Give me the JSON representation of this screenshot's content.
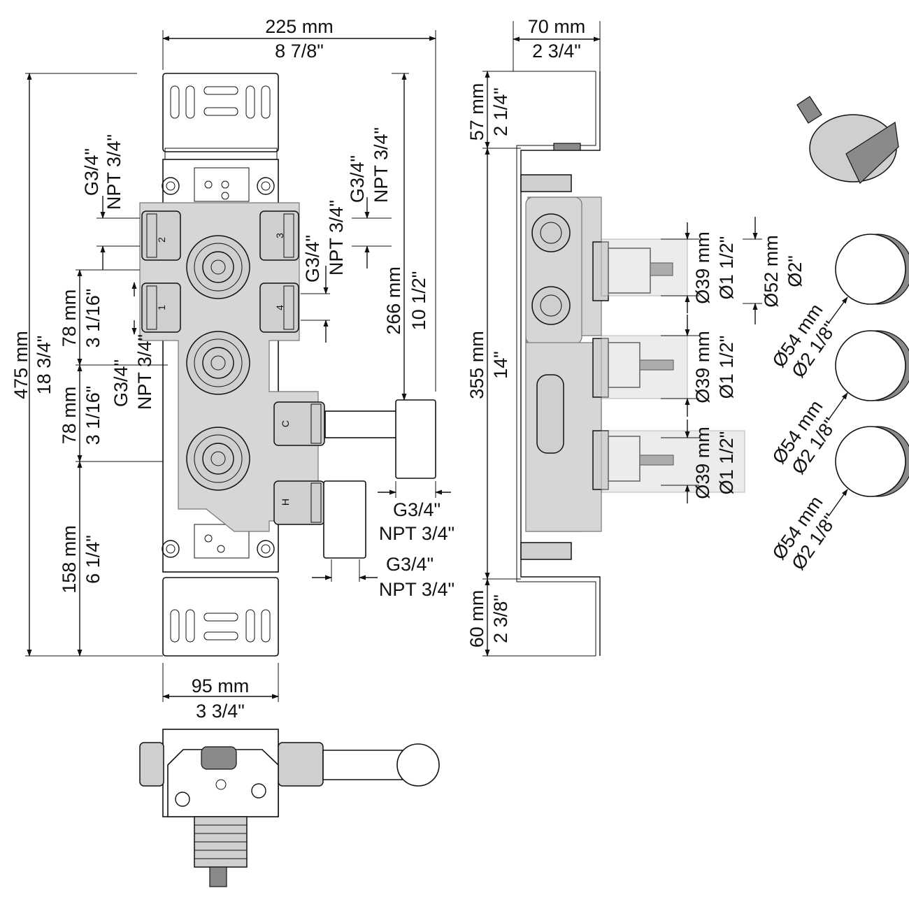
{
  "front_view": {
    "width_mm": "225 mm",
    "width_in": "8 7/8\"",
    "height_mm": "475 mm",
    "height_in": "18 3/4\"",
    "spacing_1_mm": "78 mm",
    "spacing_1_in": "3 1/16\"",
    "spacing_2_mm": "78 mm",
    "spacing_2_in": "3 1/16\"",
    "bottom_mm": "158 mm",
    "bottom_in": "6 1/4\"",
    "outlet_height_mm": "266 mm",
    "outlet_height_in": "10 1/2\"",
    "thread_g": "G3/4\"",
    "thread_npt": "NPT 3/4\"",
    "port_labels": [
      "1",
      "2",
      "3",
      "4"
    ],
    "inlet_cold": "C",
    "inlet_hot": "H"
  },
  "side_view": {
    "depth_mm": "70 mm",
    "depth_in": "2 3/4\"",
    "top_mm": "57 mm",
    "top_in": "2 1/4\"",
    "middle_mm": "355 mm",
    "middle_in": "14\"",
    "bottom_mm": "60 mm",
    "bottom_in": "2 3/8\"",
    "cartridge_mm": "Ø39 mm",
    "cartridge_in": "Ø1 1/2\"",
    "diverter_mm": "Ø52 mm",
    "diverter_in": "Ø2\""
  },
  "bottom_view": {
    "width_mm": "95 mm",
    "width_in": "3 3/4\""
  },
  "hole_saws": {
    "size_mm": "Ø54 mm",
    "size_in": "Ø2 1/8\""
  }
}
